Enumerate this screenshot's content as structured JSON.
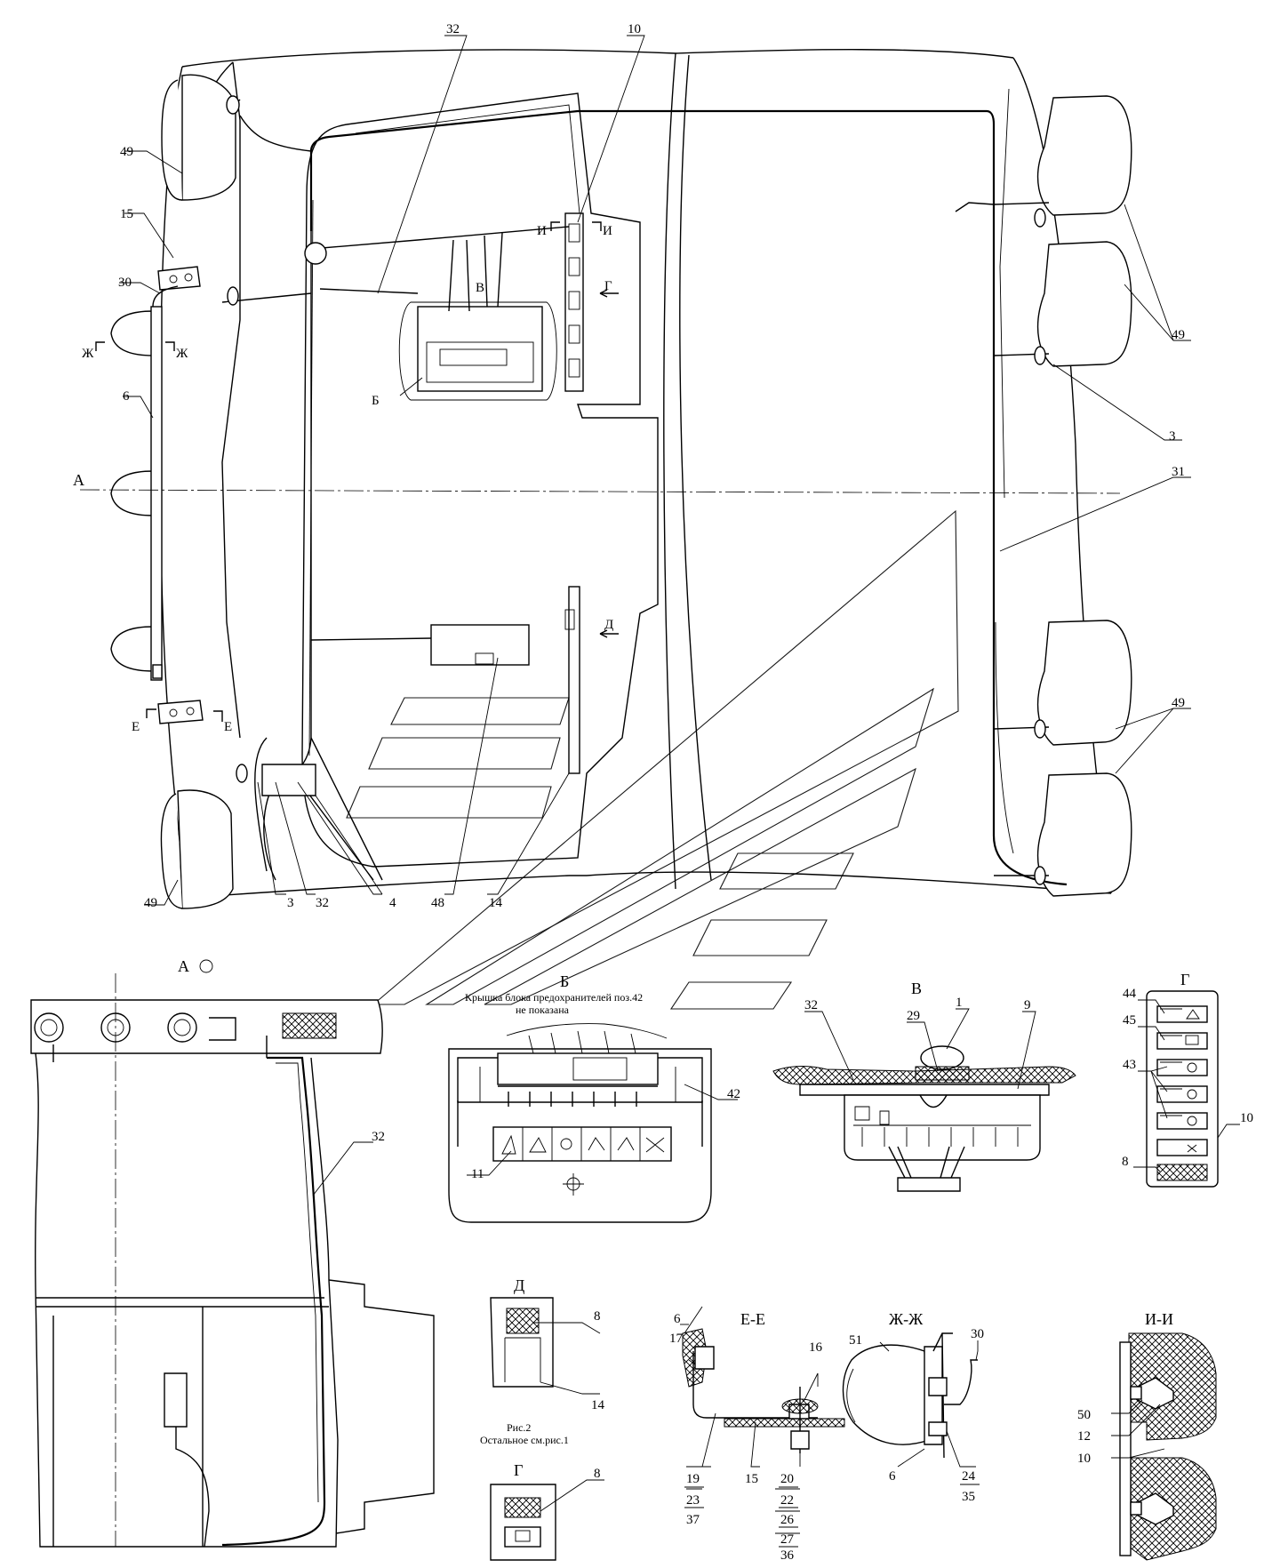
{
  "callouts_main": {
    "c32": "32",
    "c10": "10",
    "c49a": "49",
    "c15": "15",
    "c30": "30",
    "c6": "6",
    "c49b": "49",
    "c49c": "49",
    "c3a": "3",
    "c31": "31",
    "c49d": "49",
    "c49e": "49",
    "c3b": "3",
    "c32b": "32",
    "c4": "4",
    "c48": "48",
    "c14": "14"
  },
  "section_marks": {
    "zh1": "Ж",
    "zh2": "Ж",
    "a": "А",
    "i1": "И",
    "i2": "И",
    "g": "Г",
    "v": "В",
    "b": "Б",
    "d": "Д",
    "e1": "Е",
    "e2": "Е"
  },
  "views": {
    "a_view": "А",
    "b_title": "Б",
    "b_note_line1": "Крышка блока предохранителей поз.42",
    "b_note_line2": "не показана",
    "v_title": "В",
    "g_title": "Г",
    "d_title": "Д",
    "ee_title": "Е-Е",
    "zhzh_title": "Ж-Ж",
    "ii_title": "И-И",
    "fig2_line1": "Рис.2",
    "fig2_line2": "Остальное см.рис.1",
    "g2_title": "Г"
  },
  "callouts_views": {
    "a32": "32",
    "b42": "42",
    "b11": "11",
    "v32": "32",
    "v29": "29",
    "v1": "1",
    "v9": "9",
    "g44": "44",
    "g45": "45",
    "g43": "43",
    "g10": "10",
    "g8": "8",
    "d8": "8",
    "d14": "14",
    "g2_8": "8",
    "ee6": "6",
    "ee17": "17",
    "ee16": "16",
    "ee19": "19",
    "ee23": "23",
    "ee37": "37",
    "ee15": "15",
    "ee20": "20",
    "ee22": "22",
    "ee26": "26",
    "ee27": "27",
    "ee36": "36",
    "zz51": "51",
    "zz30": "30",
    "zz6": "6",
    "zz24": "24",
    "zz35": "35",
    "ii50": "50",
    "ii12": "12",
    "ii10": "10"
  },
  "colors": {
    "ink": "#000000",
    "paper": "#ffffff"
  }
}
